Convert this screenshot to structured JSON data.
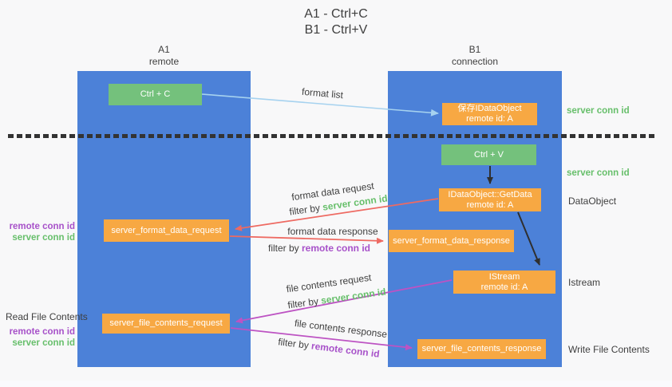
{
  "title": {
    "line1": "A1 - Ctrl+C",
    "line2": "B1 - Ctrl+V"
  },
  "lanes": {
    "a1": {
      "name": "A1",
      "subtitle": "remote"
    },
    "b1": {
      "name": "B1",
      "subtitle": "connection"
    }
  },
  "nodes": {
    "ctrl_c": {
      "label": "Ctrl + C"
    },
    "save_idataobject": {
      "line1": "保存IDataObject",
      "line2": "remote id: A"
    },
    "ctrl_v": {
      "label": "Ctrl + V"
    },
    "idataobject_getdata": {
      "line1": "IDataObject::GetData",
      "line2": "remote id: A"
    },
    "server_format_data_request": {
      "label": "server_format_data_request"
    },
    "server_format_data_response": {
      "label": "server_format_data_response"
    },
    "istream": {
      "line1": "IStream",
      "line2": "remote id: A"
    },
    "server_file_contents_request": {
      "label": "server_file_contents_request"
    },
    "server_file_contents_response": {
      "label": "server_file_contents_response"
    }
  },
  "labels": {
    "format_list": "format list",
    "format_data_request": "format data request",
    "format_data_response": "format data response",
    "file_contents_request": "file contents request",
    "file_contents_response": "file contents response",
    "filter_by": "filter by ",
    "server_conn_id": "server conn id",
    "remote_conn_id": "remote conn id",
    "dataobject": "DataObject",
    "istream": "Istream",
    "read_file_contents": "Read File Contents",
    "write_file_contents": "Write File Contents"
  },
  "colors": {
    "background": "#f8f8f9",
    "lane_blue": "#4c81d8",
    "box_green": "#74c17c",
    "box_orange": "#f7a843",
    "arrow_lightblue": "#a6d2ef",
    "arrow_red": "#ee6a62",
    "arrow_magenta": "#bd53c3",
    "arrow_black": "#2f2f2f",
    "text_dark": "#3f3f3f",
    "text_green": "#67bf6b",
    "text_purple": "#a751c9",
    "dash": "#333333",
    "footer_strip": "#fafafd"
  }
}
